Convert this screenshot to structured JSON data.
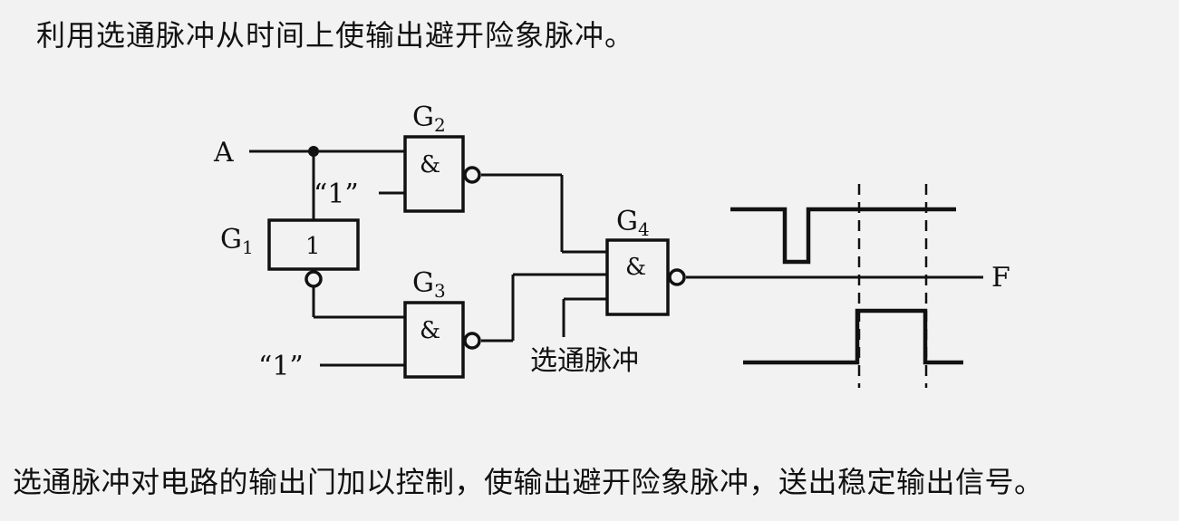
{
  "header": {
    "text": "利用选通脉冲从时间上使输出避开险象脉冲。"
  },
  "footer": {
    "text": "选通脉冲对电路的输出门加以控制，使输出避开险象脉冲，送出稳定输出信号。"
  },
  "circuit": {
    "input_a": "A",
    "const_one_top": "“1”",
    "const_one_bottom": "“1”",
    "gate_g1_main": "G",
    "gate_g1_sub": "1",
    "gate_g1_symbol": "1",
    "gate_g2_main": "G",
    "gate_g2_sub": "2",
    "gate_g2_symbol": "&",
    "gate_g3_main": "G",
    "gate_g3_sub": "3",
    "gate_g3_symbol": "&",
    "gate_g4_main": "G",
    "gate_g4_sub": "4",
    "gate_g4_symbol": "&",
    "strobe_label": "选通脉冲",
    "output_f": "F"
  }
}
